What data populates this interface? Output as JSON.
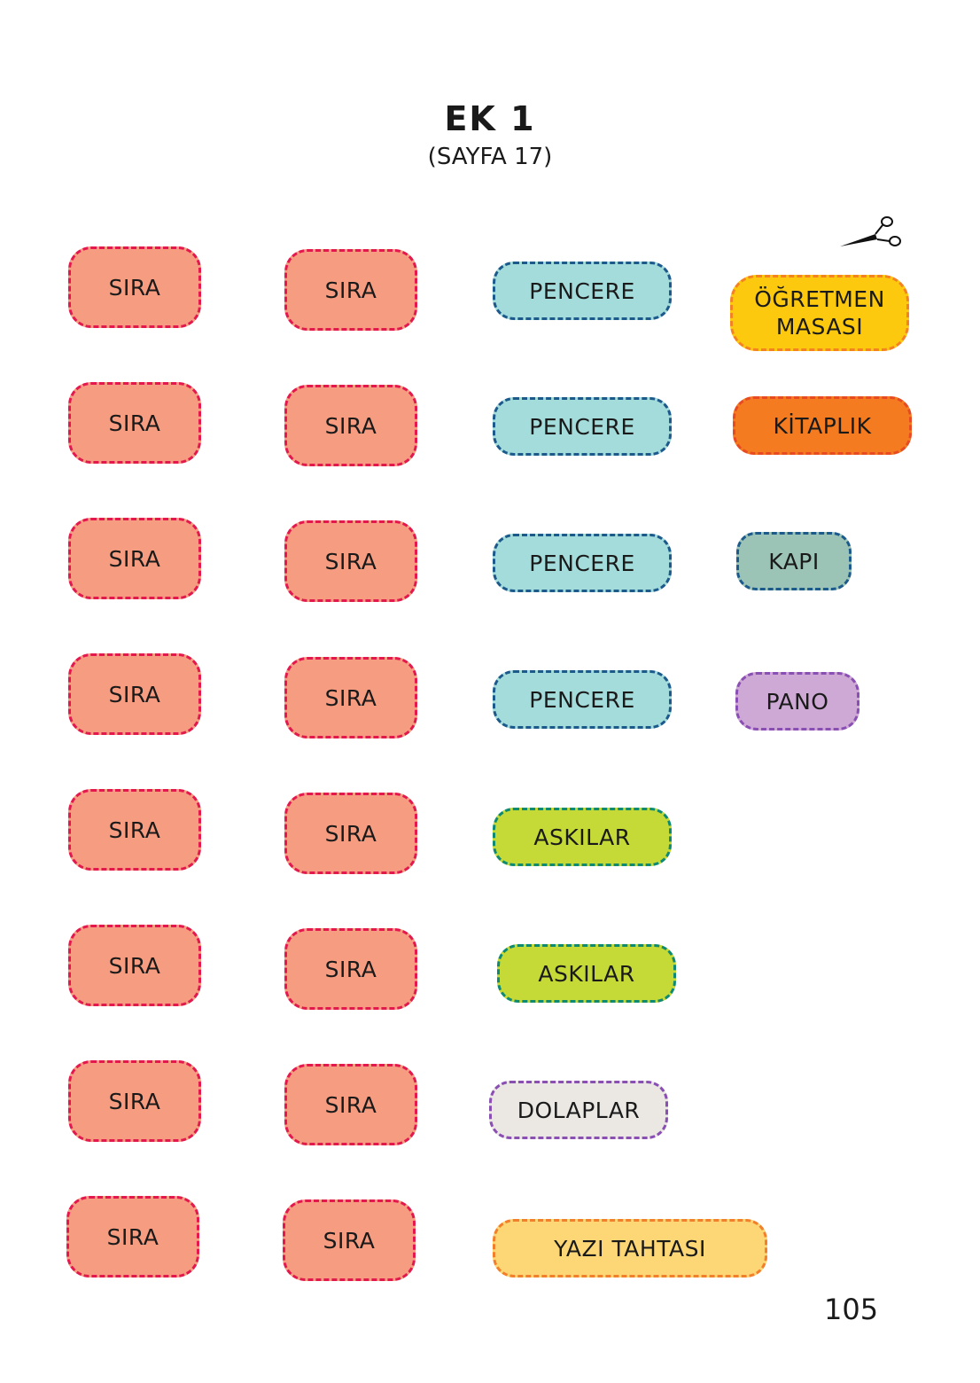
{
  "header": {
    "title": "EK 1",
    "subtitle": "(SAYFA 17)"
  },
  "cards": {
    "column1": [
      "SIRA",
      "SIRA",
      "SIRA",
      "SIRA",
      "SIRA",
      "SIRA",
      "SIRA",
      "SIRA"
    ],
    "column2": [
      "SIRA",
      "SIRA",
      "SIRA",
      "SIRA",
      "SIRA",
      "SIRA",
      "SIRA",
      "SIRA"
    ],
    "column3": [
      "PENCERE",
      "PENCERE",
      "PENCERE",
      "PENCERE",
      "ASKILAR",
      "ASKILAR",
      "DOLAPLAR",
      "YAZI TAHTASI"
    ],
    "column4": [
      "ÖĞRETMEN\nMASASI",
      "KİTAPLIK",
      "KAPI",
      "PANO"
    ]
  },
  "icons": {
    "scissors": "scissors-icon"
  },
  "colors": {
    "sira_fill": "#f69c80",
    "sira_border": "#e3184d",
    "window_fill": "#a4dcdb",
    "hanger_fill": "#c5d937",
    "cabinet_fill": "#ebe8e4",
    "board_fill": "#fdd775",
    "teacher_fill": "#fdc90f",
    "library_fill": "#f47b20",
    "door_fill": "#9cc4b6",
    "pinboard_fill": "#cfa9d6"
  },
  "footer": {
    "page_number": "105"
  }
}
